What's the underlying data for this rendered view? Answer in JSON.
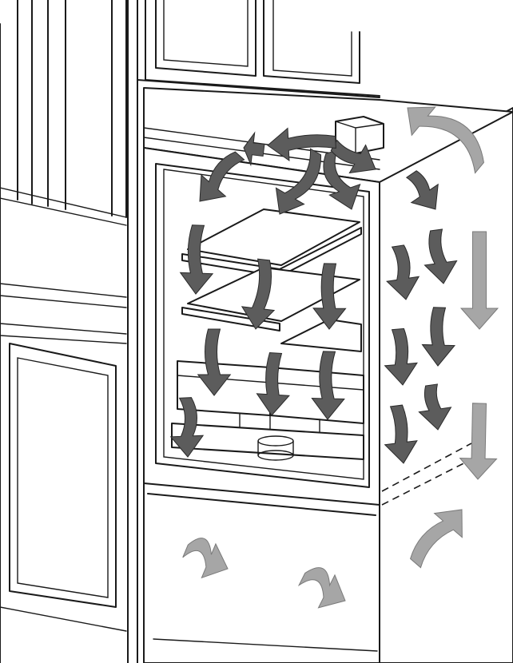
{
  "figure": {
    "subject": "refrigerator",
    "colors": {
      "line": "#1a1a1a",
      "cold_air_arrow": "#5c5c5c",
      "warm_air_arrow": "#a6a6a6",
      "background": "#ffffff"
    },
    "arrow_kinds": [
      "cold-air-flow",
      "warm-air-return"
    ]
  }
}
